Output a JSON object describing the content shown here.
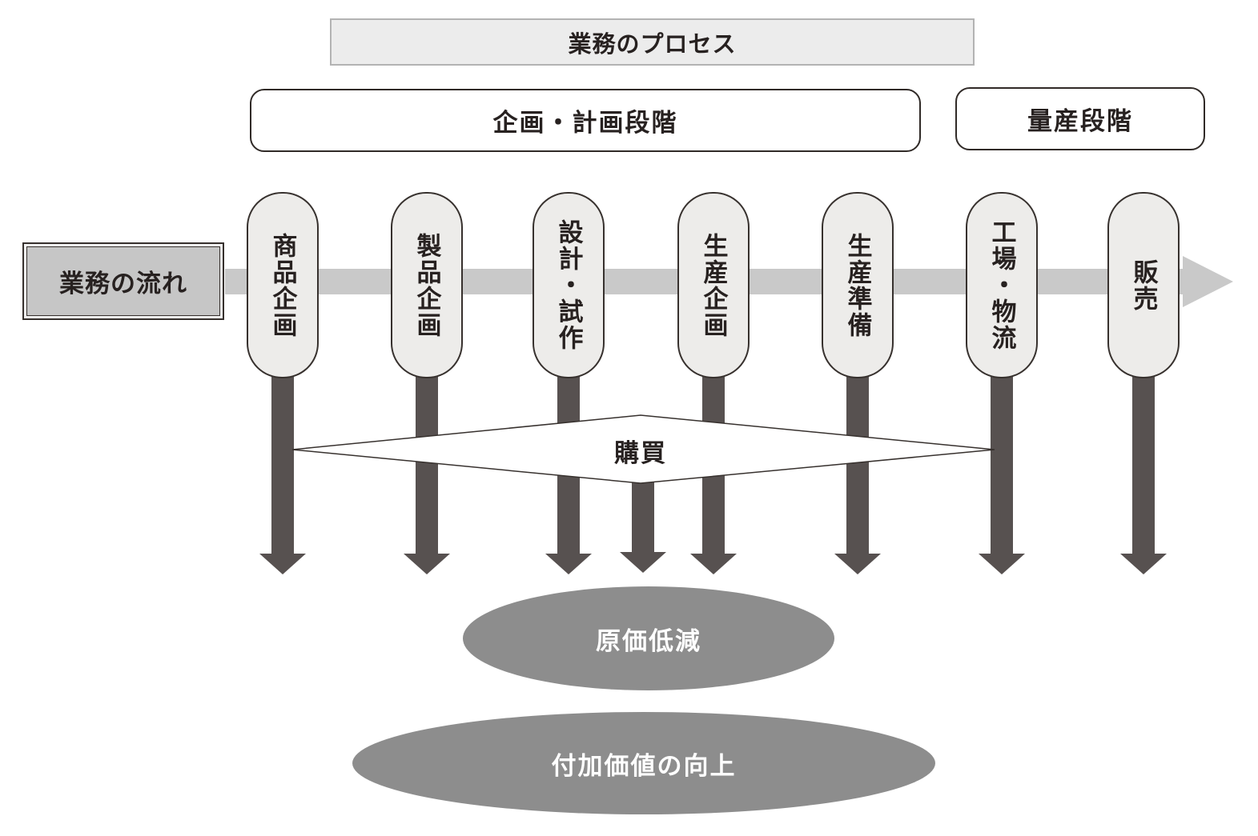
{
  "header": {
    "process_title": "業務のプロセス",
    "stages": [
      {
        "label": "企画・計画段階"
      },
      {
        "label": "量産段階"
      }
    ]
  },
  "flow": {
    "label": "業務の流れ"
  },
  "process_steps": [
    {
      "label": "商品企画"
    },
    {
      "label": "製品企画"
    },
    {
      "label": "設計・試作"
    },
    {
      "label": "生産企画"
    },
    {
      "label": "生産準備"
    },
    {
      "label": "工場・物流"
    },
    {
      "label": "販売"
    }
  ],
  "purchasing": {
    "label": "購買"
  },
  "outcomes": [
    {
      "label": "原価低減"
    },
    {
      "label": "付加価値の向上"
    }
  ],
  "colors": {
    "band_gray": "#c9c9c9",
    "pill_fill": "#edecea",
    "dark_arrow": "#575150",
    "outcome_ellipse": "#8d8d8d",
    "flow_box_fill": "#c6c6c6",
    "title_bar_fill": "#ececec",
    "outline": "#37312e",
    "text": "#272120"
  }
}
